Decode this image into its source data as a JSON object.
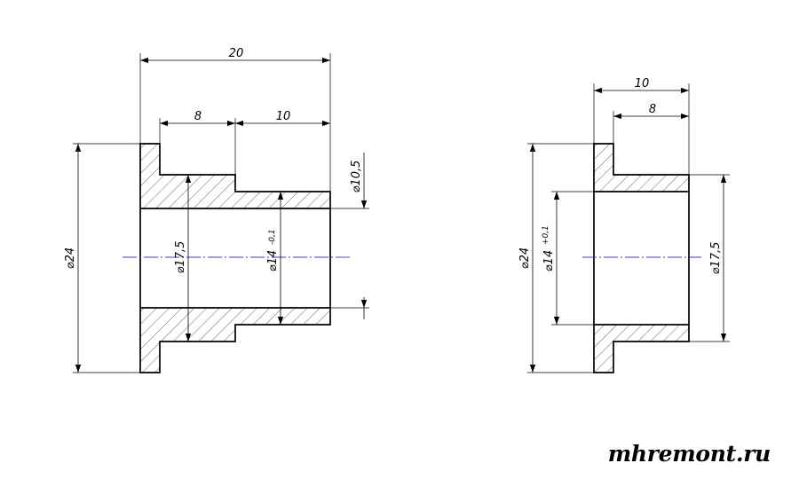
{
  "left_part": {
    "dim_total_length": "20",
    "dim_flange_step": "8",
    "dim_small_step": "10",
    "dim_outer_small_dia": "⌀10,5",
    "dim_flange_dia": "⌀24",
    "dim_mid_dia": "⌀17,5",
    "dim_bore_dia": "⌀14",
    "dim_bore_tol": "-0,1"
  },
  "right_part": {
    "dim_total_length": "10",
    "dim_flange_step": "8",
    "dim_flange_dia": "⌀24",
    "dim_bore_dia": "⌀14",
    "dim_bore_tol": "+0,1",
    "dim_outer_dia": "⌀17,5"
  },
  "watermark": "mhremont.ru"
}
